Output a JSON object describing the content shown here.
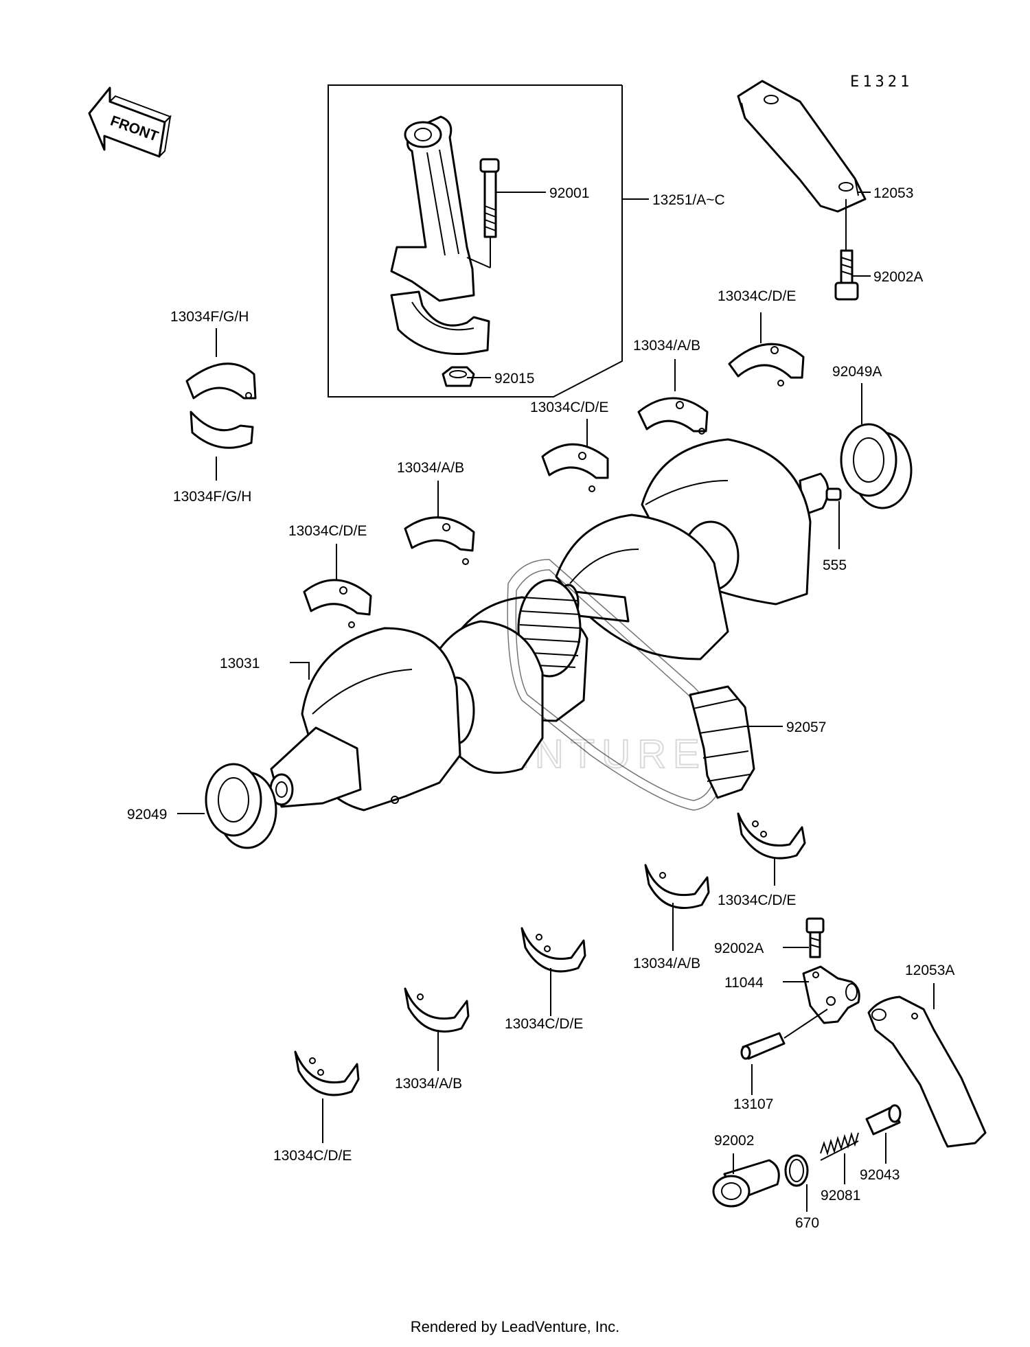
{
  "diagram_code": "E1321",
  "front_label": "FRONT",
  "watermark_text": "LEADVENTURE",
  "footer_text": "Rendered by LeadVenture, Inc.",
  "labels": {
    "p92001": "92001",
    "p13251": "13251/A~C",
    "p92015": "92015",
    "p12053": "12053",
    "p92002A_top": "92002A",
    "p13034FGH_top": "13034F/G/H",
    "p13034FGH_bottom": "13034F/G/H",
    "p13034CDE_upper_right": "13034C/D/E",
    "p13034AB_upper_right": "13034/A/B",
    "p92049A": "92049A",
    "p13034CDE_upper_mid": "13034C/D/E",
    "p13034AB_upper_mid": "13034/A/B",
    "p13034CDE_upper_left": "13034C/D/E",
    "p555": "555",
    "p13031": "13031",
    "p92057": "92057",
    "p92049": "92049",
    "p13034CDE_lower_right": "13034C/D/E",
    "p13034AB_lower_right": "13034/A/B",
    "p92002A_bottom": "92002A",
    "p11044": "11044",
    "p12053A": "12053A",
    "p13034CDE_lower_mid": "13034C/D/E",
    "p13034AB_lower_mid": "13034/A/B",
    "p13107": "13107",
    "p13034CDE_lower_left": "13034C/D/E",
    "p92002": "92002",
    "p92043": "92043",
    "p92081": "92081",
    "p670": "670"
  }
}
